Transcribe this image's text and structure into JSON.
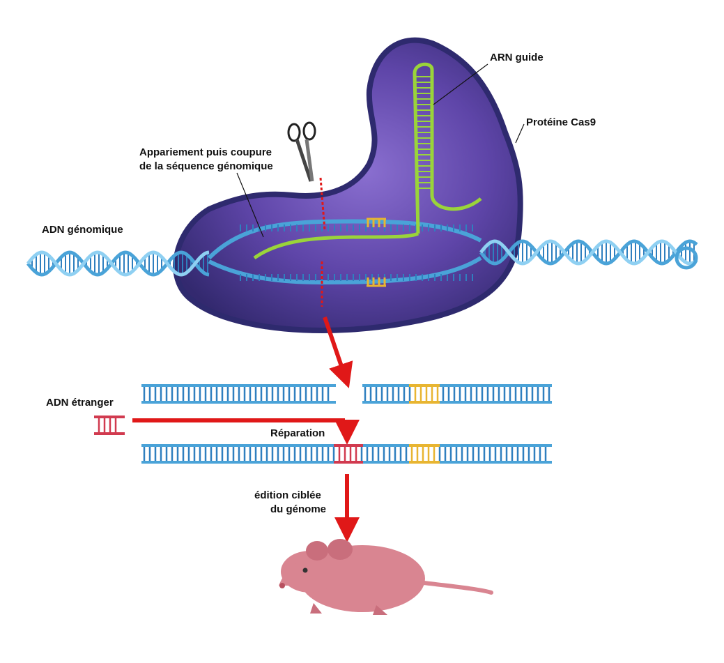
{
  "labels": {
    "guide_rna": "ARN guide",
    "cas9": "Protéine Cas9",
    "pairing_line1": "Appariement puis coupure",
    "pairing_line2": "de la séquence génomique",
    "genomic_dna": "ADN génomique",
    "foreign_dna": "ADN étranger",
    "repair": "Réparation",
    "editing_line1": "édition ciblée",
    "editing_line2": "du génome"
  },
  "icons": {
    "scissors": "scissors-icon",
    "mouse": "mouse-icon"
  },
  "colors": {
    "dna_strand": "#4aa3d8",
    "dna_rungs": "#2f7fbf",
    "protein_fill": "#5b3f9e",
    "protein_edge": "#2e2a6e",
    "guide_rna": "#9ad43a",
    "pam": "#e8b531",
    "foreign_dna": "#d13a4f",
    "arrow": "#e01818",
    "mouse": "#d98591"
  }
}
